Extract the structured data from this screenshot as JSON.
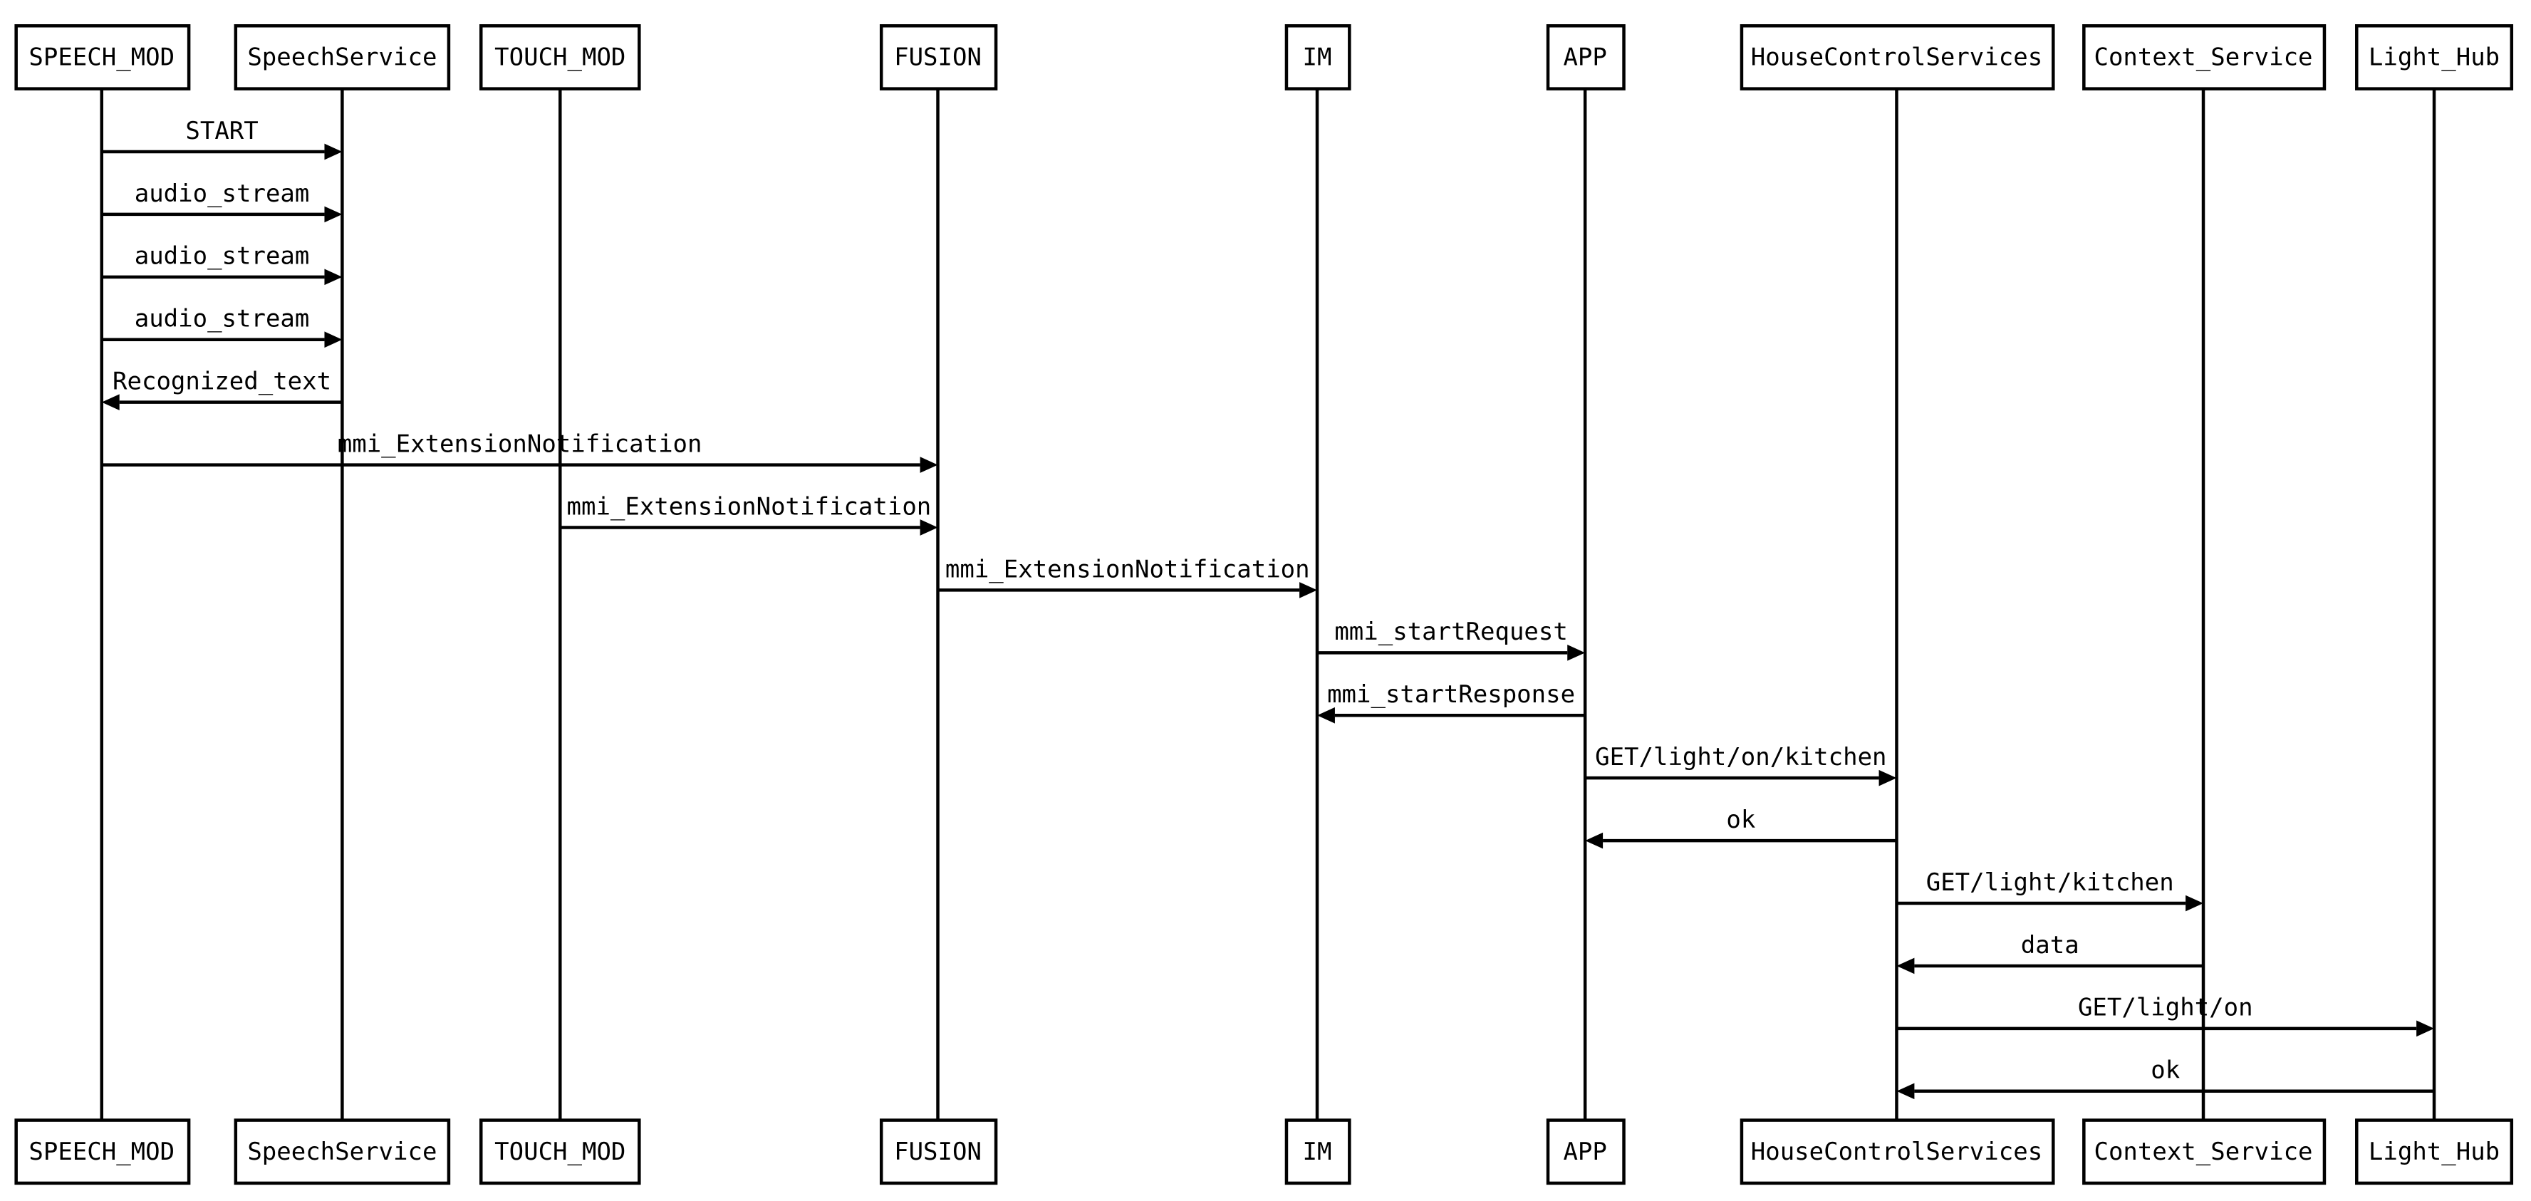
{
  "participants": [
    {
      "id": "speech_mod",
      "label": "SPEECH_MOD"
    },
    {
      "id": "speech_service",
      "label": "SpeechService"
    },
    {
      "id": "touch_mod",
      "label": "TOUCH_MOD"
    },
    {
      "id": "fusion",
      "label": "FUSION"
    },
    {
      "id": "im",
      "label": "IM"
    },
    {
      "id": "app",
      "label": "APP"
    },
    {
      "id": "house_control_services",
      "label": "HouseControlServices"
    },
    {
      "id": "context_service",
      "label": "Context_Service"
    },
    {
      "id": "light_hub",
      "label": "Light_Hub"
    }
  ],
  "messages": [
    {
      "from": "speech_mod",
      "to": "speech_service",
      "label": "START"
    },
    {
      "from": "speech_mod",
      "to": "speech_service",
      "label": "audio_stream"
    },
    {
      "from": "speech_mod",
      "to": "speech_service",
      "label": "audio_stream"
    },
    {
      "from": "speech_mod",
      "to": "speech_service",
      "label": "audio_stream"
    },
    {
      "from": "speech_service",
      "to": "speech_mod",
      "label": "Recognized_text"
    },
    {
      "from": "speech_mod",
      "to": "fusion",
      "label": "mmi_ExtensionNotification"
    },
    {
      "from": "touch_mod",
      "to": "fusion",
      "label": "mmi_ExtensionNotification"
    },
    {
      "from": "fusion",
      "to": "im",
      "label": "mmi_ExtensionNotification"
    },
    {
      "from": "im",
      "to": "app",
      "label": "mmi_startRequest"
    },
    {
      "from": "app",
      "to": "im",
      "label": "mmi_startResponse"
    },
    {
      "from": "app",
      "to": "house_control_services",
      "label": "GET/light/on/kitchen"
    },
    {
      "from": "house_control_services",
      "to": "app",
      "label": "ok"
    },
    {
      "from": "house_control_services",
      "to": "context_service",
      "label": "GET/light/kitchen"
    },
    {
      "from": "context_service",
      "to": "house_control_services",
      "label": "data"
    },
    {
      "from": "house_control_services",
      "to": "light_hub",
      "label": "GET/light/on"
    },
    {
      "from": "light_hub",
      "to": "house_control_services",
      "label": "ok"
    }
  ]
}
